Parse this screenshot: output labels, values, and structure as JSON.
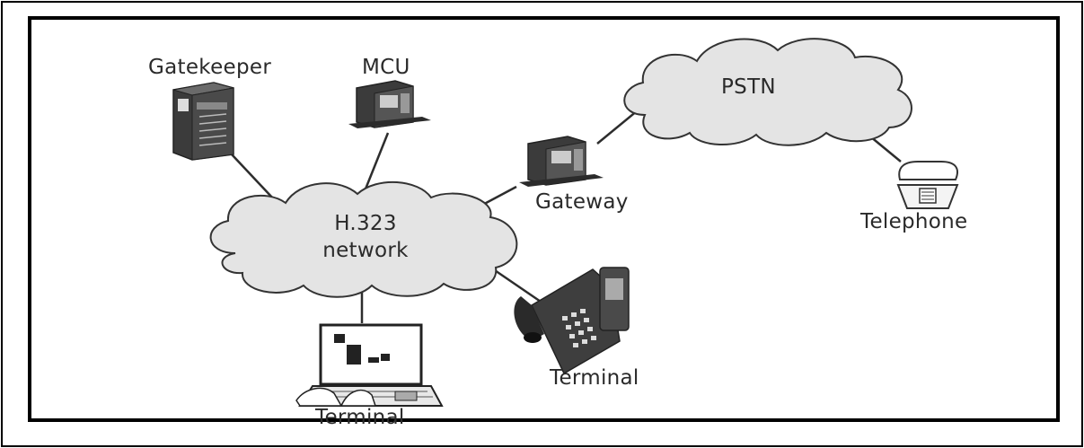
{
  "diagram": {
    "nodes": {
      "gatekeeper": {
        "label": "Gatekeeper"
      },
      "mcu": {
        "label": "MCU"
      },
      "pstn": {
        "label": "PSTN"
      },
      "gateway": {
        "label": "Gateway"
      },
      "telephone": {
        "label": "Telephone"
      },
      "h323": {
        "line1": "H.323",
        "line2": "network"
      },
      "terminal_desk_phone": {
        "label": "Terminal"
      },
      "terminal_laptop": {
        "label": "Terminal"
      }
    },
    "edges": [
      {
        "from": "gatekeeper",
        "to": "h323"
      },
      {
        "from": "mcu",
        "to": "h323"
      },
      {
        "from": "gateway",
        "to": "h323"
      },
      {
        "from": "gateway",
        "to": "pstn"
      },
      {
        "from": "pstn",
        "to": "telephone"
      },
      {
        "from": "h323",
        "to": "terminal_desk_phone"
      },
      {
        "from": "h323",
        "to": "terminal_laptop"
      }
    ],
    "colors": {
      "cloud_fill": "#e4e4e4",
      "outline": "#333333",
      "frame": "#000000",
      "device": "#444444"
    }
  }
}
